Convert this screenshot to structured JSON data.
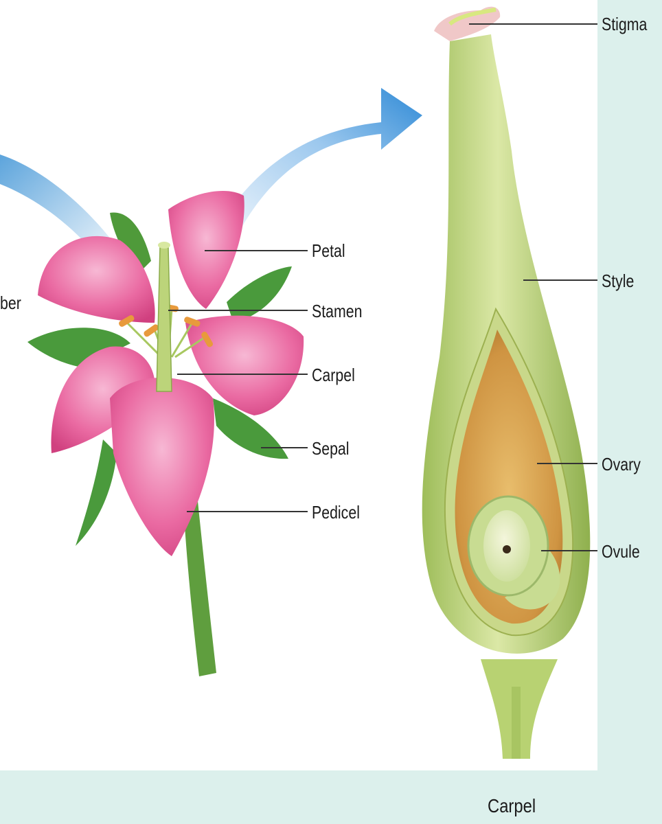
{
  "labels": {
    "cut_off": "ber",
    "petal": "Petal",
    "stamen": "Stamen",
    "carpel": "Carpel",
    "sepal": "Sepal",
    "pedicel": "Pedicel",
    "stigma": "Stigma",
    "style": "Style",
    "ovary": "Ovary",
    "ovule": "Ovule"
  },
  "caption": "Carpel",
  "colors": {
    "background": "#dcf0ec",
    "panel": "#ffffff",
    "petal": "#e8609a",
    "petal_light": "#f4a8c8",
    "sepal": "#4a9a3c",
    "stem": "#6aa84a",
    "carpel_green": "#b8d070",
    "ovary_fill": "#d8a450",
    "ovule": "#eef2d0",
    "arrow": "#3d95d8",
    "anther": "#e8a040",
    "leader_line": "#333333"
  }
}
